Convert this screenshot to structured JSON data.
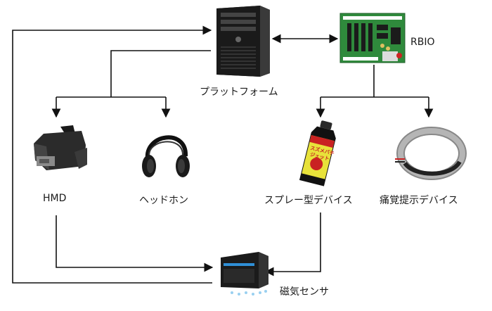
{
  "nodes": {
    "platform": {
      "label": "プラットフォーム",
      "icon": "computer-tower-icon"
    },
    "rbio": {
      "label": "RBIO",
      "icon": "circuit-board-icon"
    },
    "hmd": {
      "label": "HMD",
      "icon": "vr-headset-icon"
    },
    "headphone": {
      "label": "ヘッドホン",
      "icon": "headphones-icon"
    },
    "spray": {
      "label": "スプレー型デバイス",
      "icon": "spray-bottle-icon"
    },
    "pain": {
      "label": "痛覚提示デバイス",
      "icon": "pain-band-icon"
    },
    "sensor": {
      "label": "磁気センサ",
      "icon": "magnetic-sensor-icon"
    }
  },
  "spray_can_text": {
    "line1": "スズメバチ",
    "line2": "ジェット"
  },
  "colors": {
    "line": "#111111",
    "board_green": "#2f8a3c",
    "spray_label": "#e8e23a",
    "sensor_accent": "#2f8fd6"
  }
}
